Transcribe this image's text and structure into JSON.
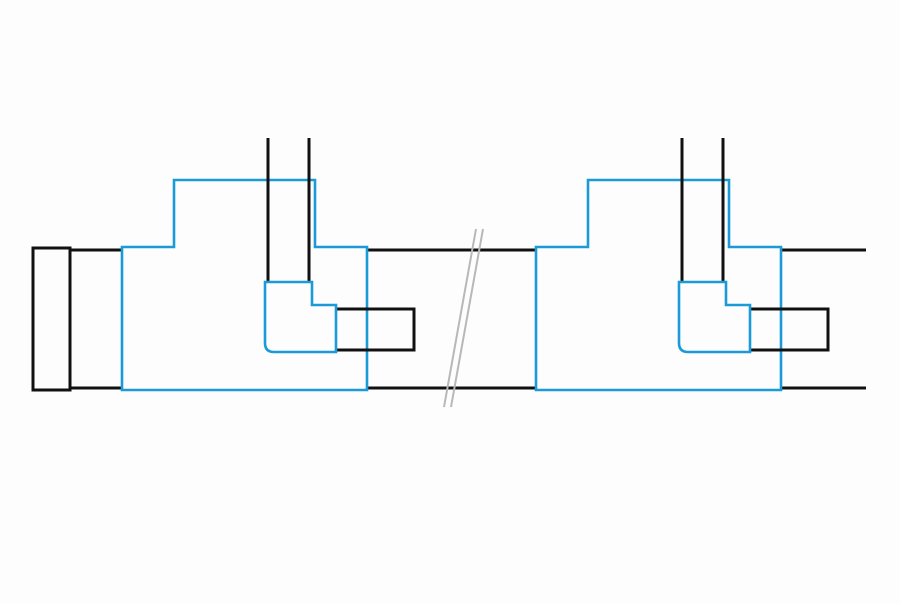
{
  "diagram": {
    "type": "pipe-fitting-schematic",
    "colors": {
      "background": "#fdfdfd",
      "pipe_outline": "#111111",
      "fitting_outline": "#1a9bd7",
      "break_mark": "#b8b8b8"
    },
    "components": {
      "end_cap": "pipe-end-cap",
      "main_pipe": "horizontal-main-pipe",
      "break_symbol": "pipe-break-symbol",
      "fitting_units": [
        {
          "id": "left",
          "parts": [
            "tee-fitting-outline",
            "vertical-riser-pipe",
            "elbow-fitting",
            "side-branch-pipe"
          ]
        },
        {
          "id": "right",
          "parts": [
            "tee-fitting-outline",
            "vertical-riser-pipe",
            "elbow-fitting",
            "side-branch-pipe"
          ]
        }
      ]
    }
  }
}
